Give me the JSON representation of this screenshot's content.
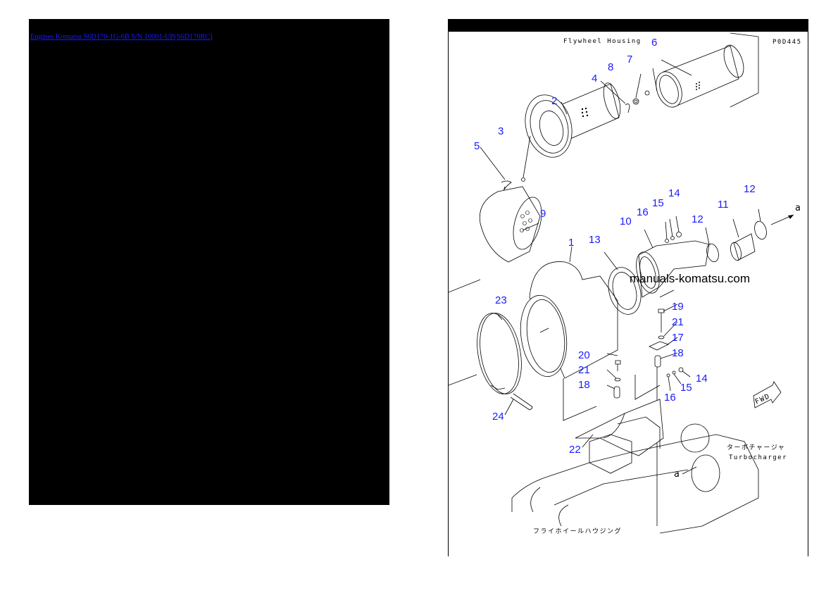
{
  "left_panel": {
    "background": "#000000",
    "breadcrumb": {
      "link_text": "Engines Komatsu S6D170-1G-6B S/N 10001-UP(S6D170RC)",
      "link_color": "#1a1aff"
    }
  },
  "right_panel": {
    "diagram": {
      "title_label": "Flywheel Housing",
      "page_code": "P0D445",
      "watermark": "manuals-komatsu.com",
      "turbo_label_jp": "ターボチャージャ",
      "turbo_label_en": "Turbocharger",
      "bottom_label_jp": "フライホイールハウジング",
      "fwd_label": "FWD",
      "arrow_label": "a",
      "callout_color": "#1a1aff",
      "callouts": [
        {
          "id": "c6",
          "num": "6"
        },
        {
          "id": "c7",
          "num": "7"
        },
        {
          "id": "c8",
          "num": "8"
        },
        {
          "id": "c4",
          "num": "4"
        },
        {
          "id": "c2",
          "num": "2"
        },
        {
          "id": "c3",
          "num": "3"
        },
        {
          "id": "c5",
          "num": "5"
        },
        {
          "id": "c9",
          "num": "9"
        },
        {
          "id": "c1",
          "num": "1"
        },
        {
          "id": "c13",
          "num": "13"
        },
        {
          "id": "c10",
          "num": "10"
        },
        {
          "id": "c16a",
          "num": "16"
        },
        {
          "id": "c15a",
          "num": "15"
        },
        {
          "id": "c14a",
          "num": "14"
        },
        {
          "id": "c12a",
          "num": "12"
        },
        {
          "id": "c11",
          "num": "11"
        },
        {
          "id": "c12b",
          "num": "12"
        },
        {
          "id": "c23",
          "num": "23"
        },
        {
          "id": "c19",
          "num": "19"
        },
        {
          "id": "c21a",
          "num": "21"
        },
        {
          "id": "c17",
          "num": "17"
        },
        {
          "id": "c18a",
          "num": "18"
        },
        {
          "id": "c20",
          "num": "20"
        },
        {
          "id": "c21b",
          "num": "21"
        },
        {
          "id": "c18b",
          "num": "18"
        },
        {
          "id": "c14b",
          "num": "14"
        },
        {
          "id": "c15b",
          "num": "15"
        },
        {
          "id": "c16b",
          "num": "16"
        },
        {
          "id": "c24",
          "num": "24"
        },
        {
          "id": "c22",
          "num": "22"
        }
      ]
    }
  }
}
